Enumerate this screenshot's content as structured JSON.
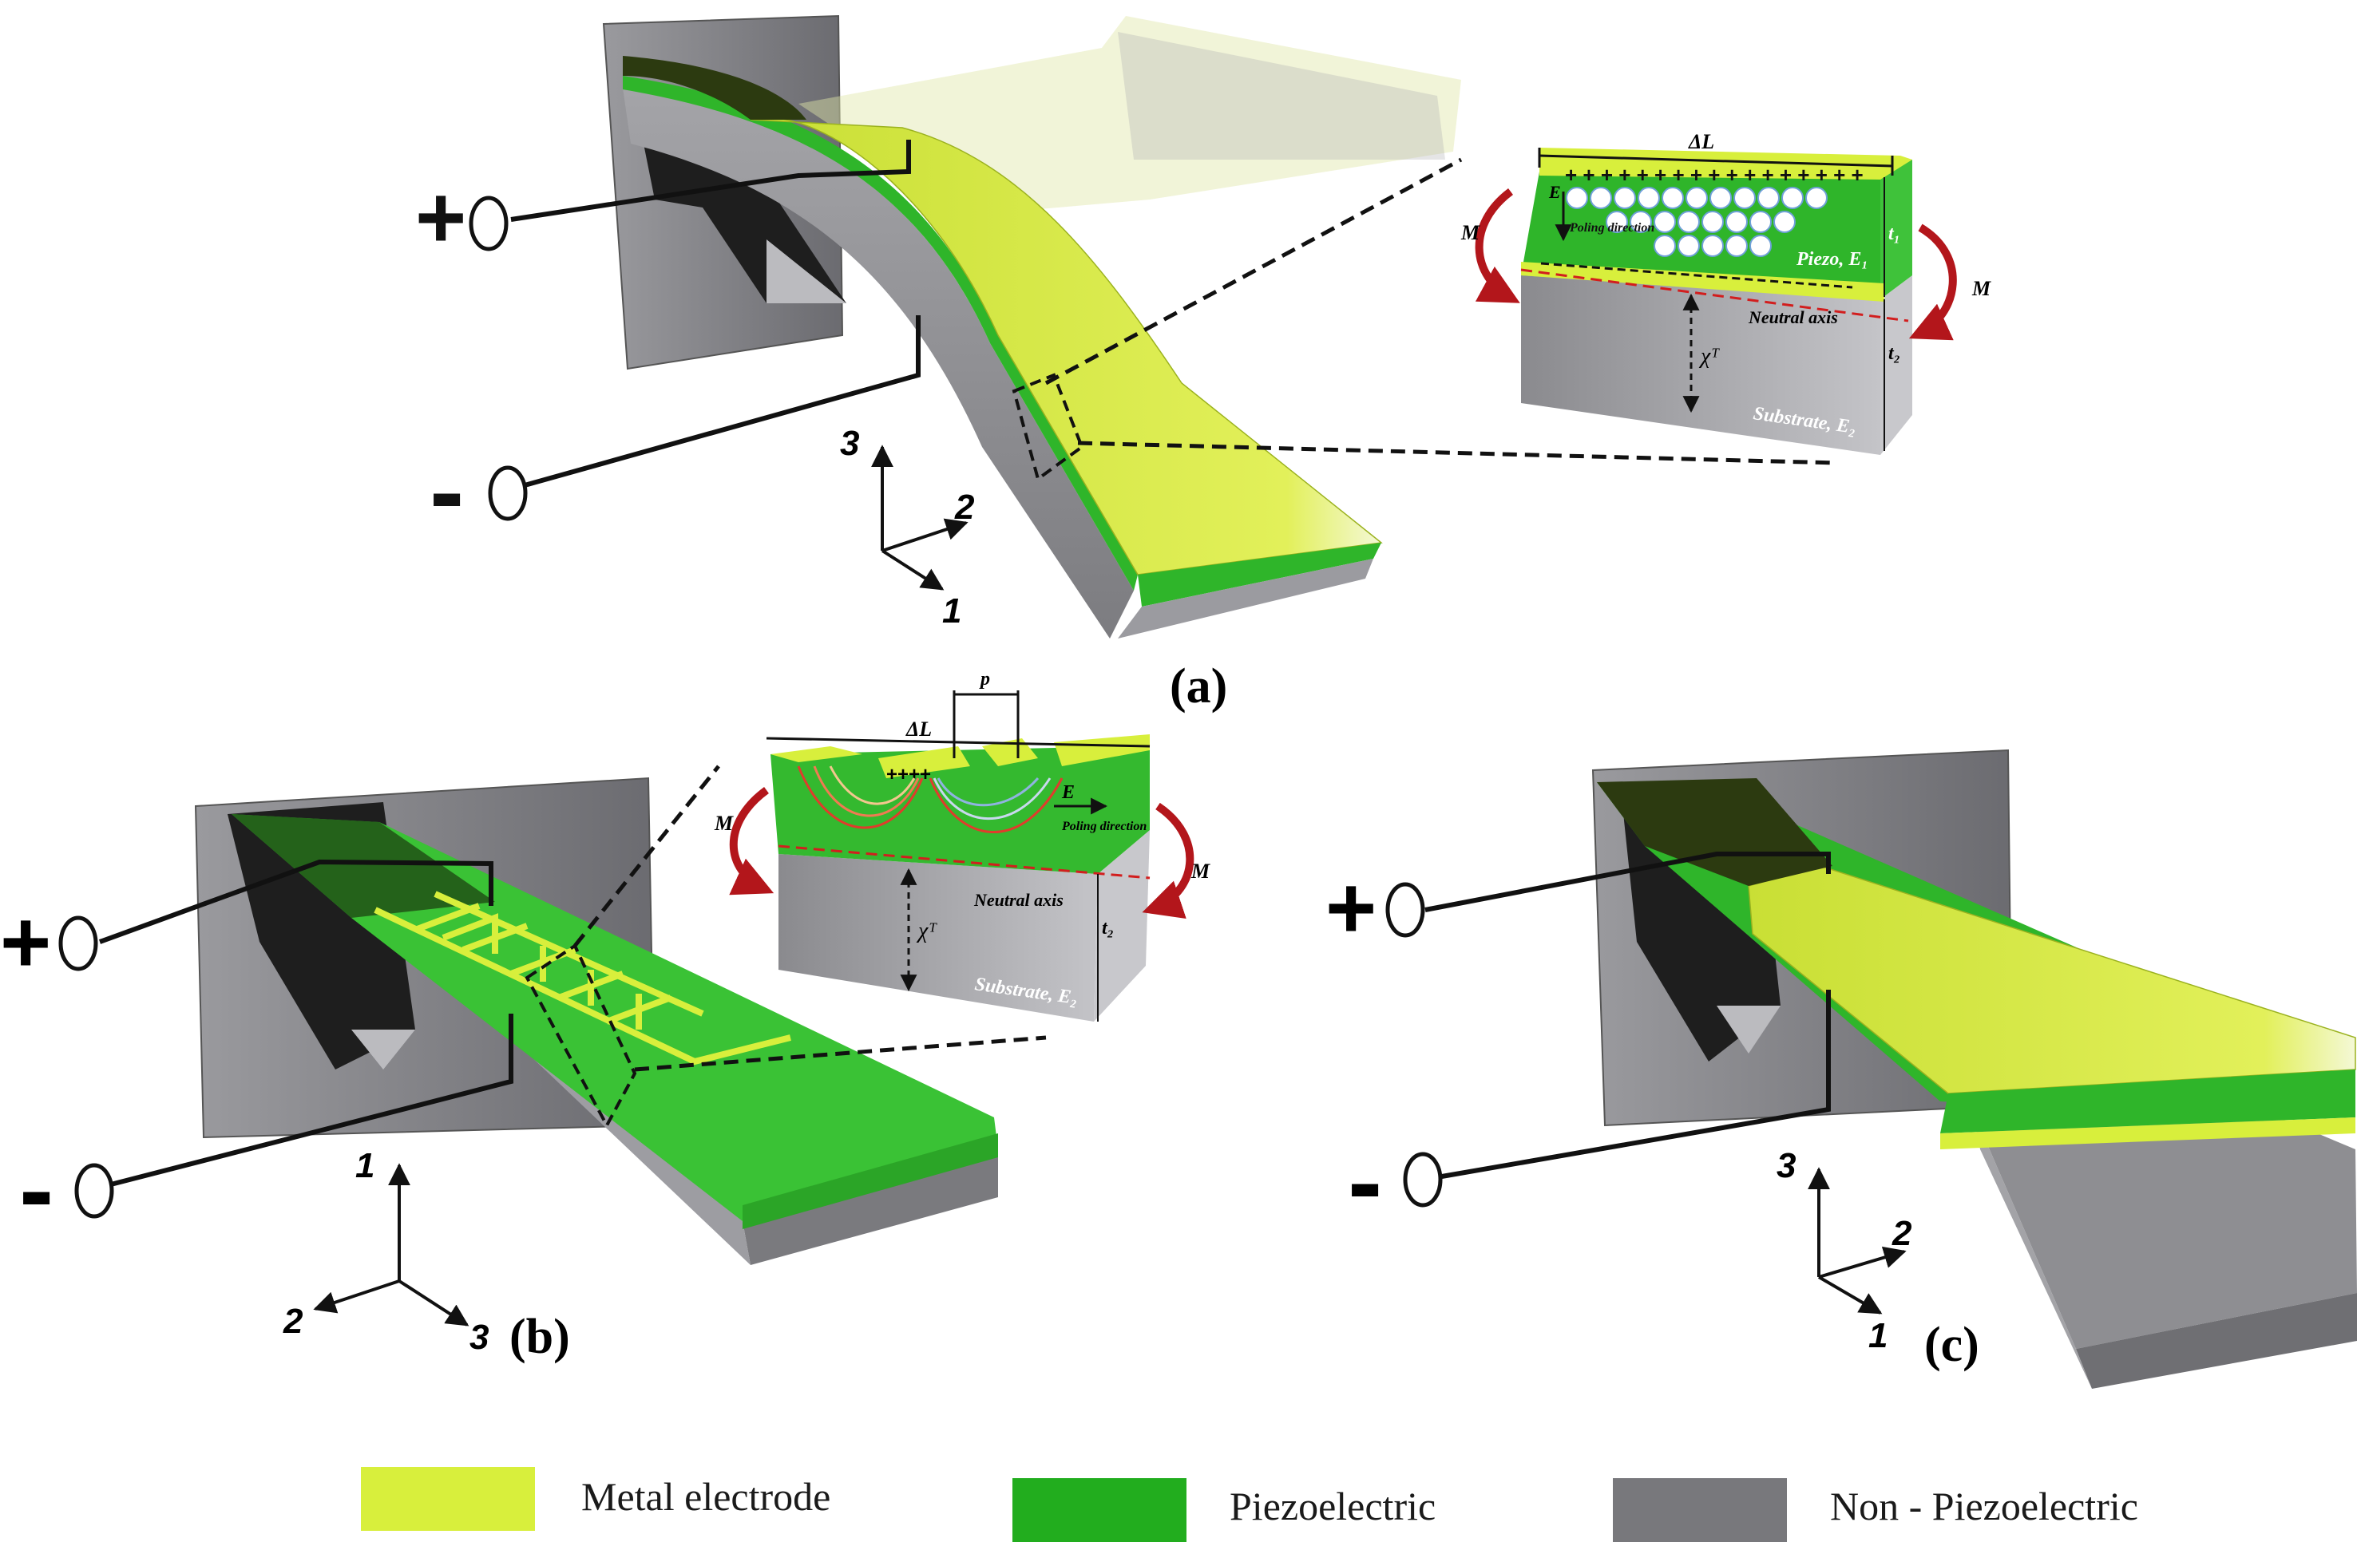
{
  "figure": {
    "panels": [
      {
        "id": "a",
        "label": "(a)"
      },
      {
        "id": "b",
        "label": "(b)"
      },
      {
        "id": "c",
        "label": "(c)"
      }
    ],
    "terminals": {
      "plus": "+",
      "minus": "-"
    },
    "axes": {
      "a": {
        "vertical": "3",
        "right": "2",
        "down": "1"
      },
      "b": {
        "vertical": "1",
        "left": "2",
        "right": "3"
      },
      "c": {
        "vertical": "3",
        "right": "2",
        "down": "1"
      }
    },
    "inset_a": {
      "delta_l": "ΔL",
      "e_label": "E",
      "poling": "Poling direction",
      "piezo": "Piezo, E₁",
      "t1": "t₁",
      "neutral": "Neutral axis",
      "chi": "χᵀ",
      "t2": "t₂",
      "substrate": "Substrate, E₂",
      "m_left": "M",
      "m_right": "M",
      "charges": "+ + + + + + + + + + + + + + + + +"
    },
    "inset_b": {
      "p": "p",
      "delta_l": "ΔL",
      "plus": "++++",
      "e_label": "E",
      "poling": "Poling direction",
      "neutral": "Neutral axis",
      "chi": "χᵀ",
      "t2": "t₂",
      "substrate": "Substrate, E₂",
      "m_left": "M",
      "m_right": "M"
    }
  },
  "legend": [
    {
      "label": "Metal electrode",
      "color": "#d8ef3c"
    },
    {
      "label": "Piezoelectric",
      "color": "#22ad1e"
    },
    {
      "label": "Non - Piezoelectric",
      "color": "#78787c"
    }
  ],
  "colors": {
    "electrode": "#d8ef3c",
    "piezo": "#2fb52a",
    "substrate": "#8e8e92",
    "clamp": "#7a7a7e",
    "moment": "#b3161b",
    "neutral": "#d21e1e"
  }
}
